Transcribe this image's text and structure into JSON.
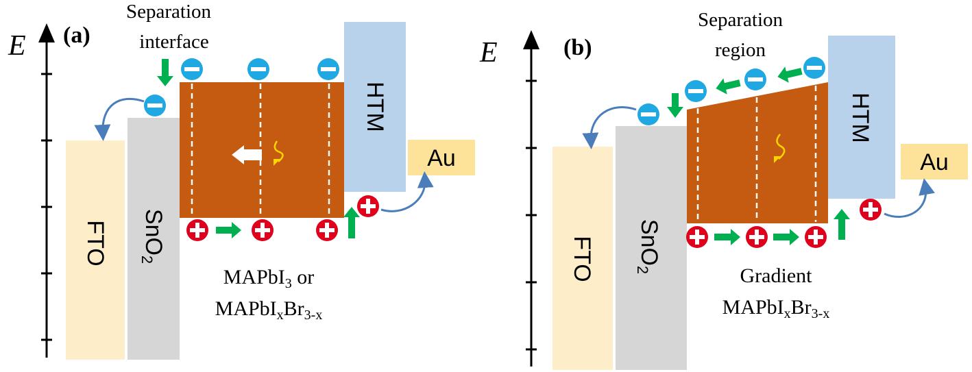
{
  "axis_label": "E",
  "colors": {
    "fto": "#fdeec9",
    "sno2": "#d6d6d6",
    "perovskite": "#c55a11",
    "htm": "#b8d2ec",
    "au": "#fde39a",
    "electron": "#1fa8e1",
    "hole": "#e0001b",
    "transfer_arrow": "#00b050",
    "hop_arrow": "#4a7dba",
    "photon": "#ffd500"
  },
  "panel_a": {
    "tag": "(a)",
    "note_line1": "Separation",
    "note_line2": "interface",
    "fto": "FTO",
    "sno2_main": "SnO",
    "sno2_sub": "2",
    "htm": "HTM",
    "au": "Au",
    "absorber_line1_main": "MAPbI",
    "absorber_line1_sub": "3",
    "absorber_line1_tail": " or",
    "absorber_line2_main": "MAPbI",
    "absorber_line2_sub1": "x",
    "absorber_line2_mid": "Br",
    "absorber_line2_sub2": "3-x"
  },
  "panel_b": {
    "tag": "(b)",
    "note_line1": "Separation",
    "note_line2": "region",
    "fto": "FTO",
    "sno2_main": "SnO",
    "sno2_sub": "2",
    "htm": "HTM",
    "au": "Au",
    "absorber_line1": "Gradient",
    "absorber_line2_main": "MAPbI",
    "absorber_line2_sub1": "x",
    "absorber_line2_mid": "Br",
    "absorber_line2_sub2": "3-x"
  }
}
